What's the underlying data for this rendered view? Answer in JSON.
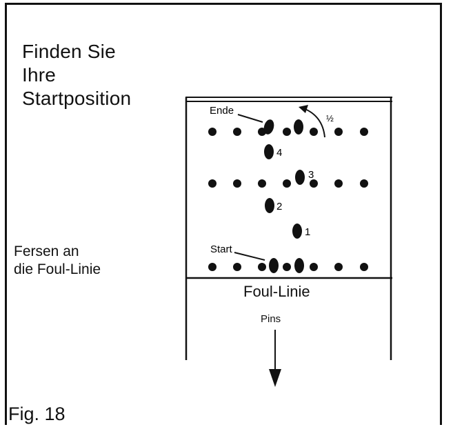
{
  "title_lines": [
    "Finden Sie",
    "Ihre",
    "Startposition"
  ],
  "heels_lines": [
    "Fersen an",
    "die Foul-Linie"
  ],
  "figure_label": "Fig. 18",
  "labels": {
    "ende": "Ende",
    "half": "½",
    "start": "Start",
    "foul_line": "Foul-Linie",
    "pins": "Pins"
  },
  "step_numbers": [
    "1",
    "2",
    "3",
    "4"
  ]
}
